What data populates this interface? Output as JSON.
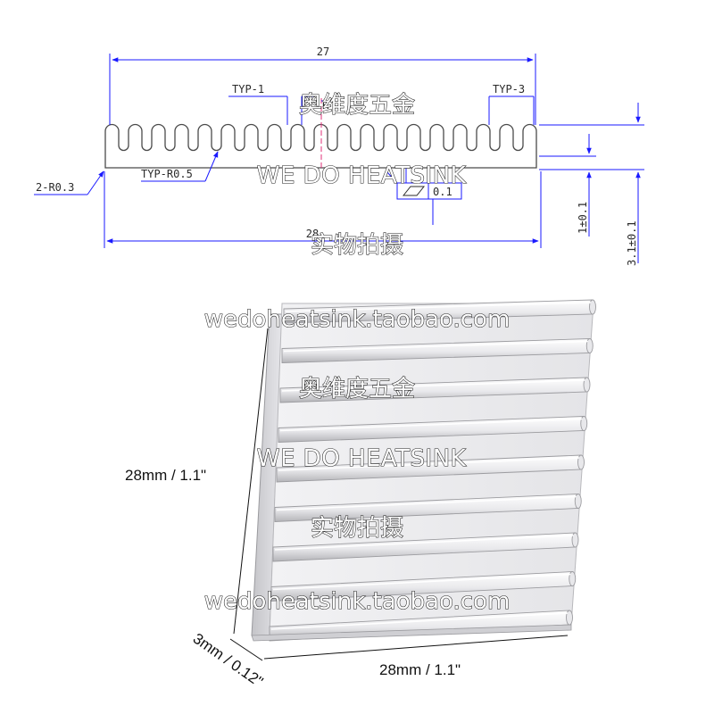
{
  "drawing": {
    "overall_width": "27",
    "base_width": "28",
    "typ_1": "TYP-1",
    "typ_3": "TYP-3",
    "typ_r05": "TYP-R0.5",
    "r_2": "2-R0.3",
    "r_mark": "R",
    "flatness": "0.1",
    "base_thickness": "1±0.1",
    "total_height": "3.1±0.1"
  },
  "product": {
    "height_label": "28mm / 1.1\"",
    "width_label": "28mm / 1.1\"",
    "depth_label": "3mm / 0.12\""
  },
  "watermarks": {
    "cn_brand": "奥维度五金",
    "en_brand": "WE DO HEATSINK",
    "cn_photo": "实物拍摄",
    "url": "wedoheatsink.taobao.com"
  },
  "colors": {
    "dimension_line": "#1a1aff",
    "profile_line": "#4a4a4a",
    "center_line": "#e0307a",
    "metal_light": "#f4f4f6",
    "metal_mid": "#d8d8dc",
    "metal_dark": "#a9a9ad"
  }
}
